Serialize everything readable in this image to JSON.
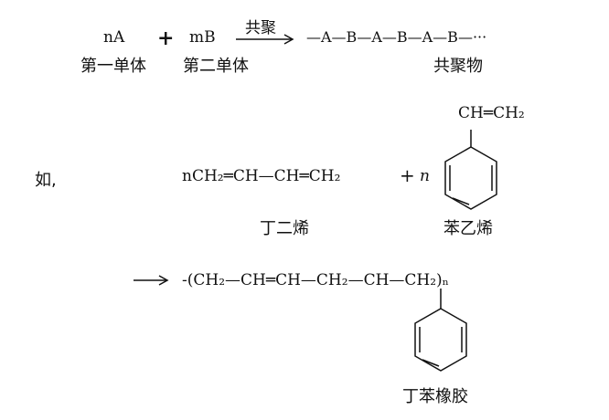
{
  "general_equation": {
    "monomer_a_term": "nA",
    "plus": "+",
    "monomer_b_term": "mB",
    "arrow_label": "共聚",
    "product_chain": "—A—B—A—B—A—B—···",
    "monomer_a_caption": "第一单体",
    "monomer_b_caption": "第二单体",
    "product_caption": "共聚物"
  },
  "example": {
    "intro": "如,",
    "butadiene_formula": "nCH₂═CH—CH═CH₂",
    "plus": "+",
    "styrene_coefficient": "n",
    "styrene_vinyl_group": "CH═CH₂",
    "butadiene_name": "丁二烯",
    "styrene_name": "苯乙烯",
    "product_arrow": "⟶",
    "product_formula": "-(CH₂—CH═CH—CH₂—CH—CH₂)ₙ",
    "product_name": "丁苯橡胶"
  }
}
